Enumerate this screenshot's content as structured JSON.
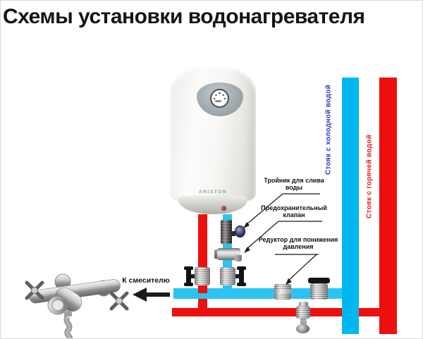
{
  "title": "Схемы установки водонагревателя",
  "boiler": {
    "brand": "ARISTON"
  },
  "risers": {
    "cold": "Стояк с холодной водой",
    "hot": "Стояк с горячей водой"
  },
  "callouts": {
    "drain_tee": {
      "line1": "Тройник для слива",
      "line2": "воды"
    },
    "safety_valve": {
      "line1": "Предохранительный",
      "line2": "клапан"
    },
    "pressure_reducer": {
      "line1": "Редуктор для понижения",
      "line2": "давления"
    }
  },
  "mixer": {
    "label": "К смесителю"
  },
  "colors": {
    "cold_pipe": "#29C4F1",
    "cold_riser": "#00B7EF",
    "hot_pipe": "#EE0F0F",
    "cold_label_text": "#2B3CBD",
    "hot_label_text": "#E41E1E",
    "arrow": "#1A1A1A"
  }
}
